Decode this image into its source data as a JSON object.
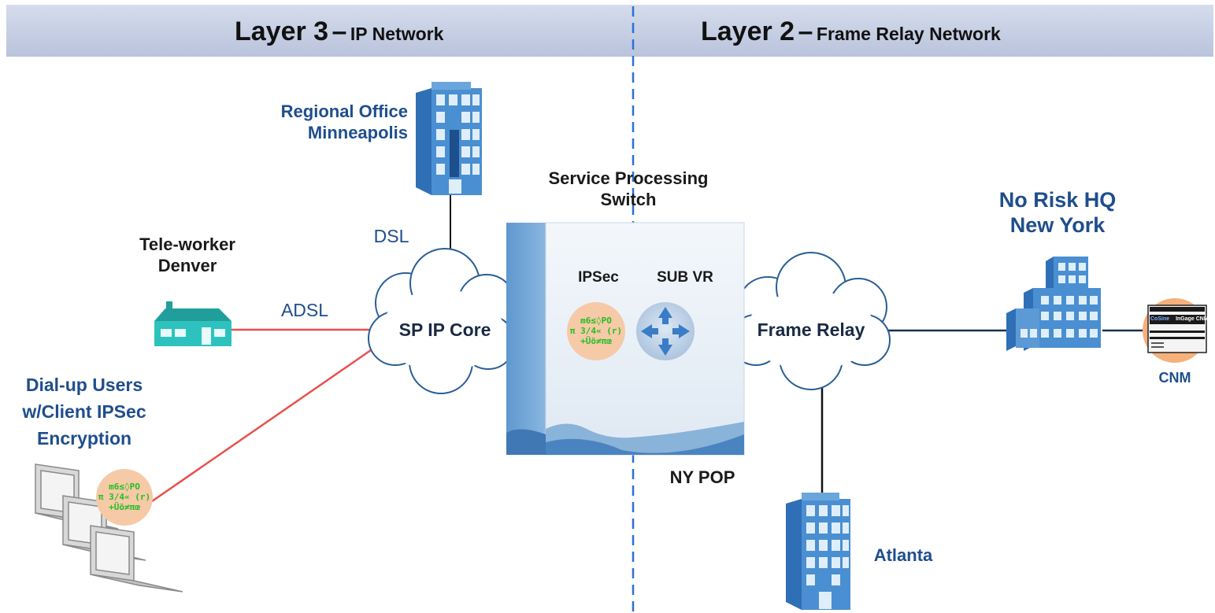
{
  "header": {
    "layer3_title": "Layer 3",
    "layer3_dash": "–",
    "layer3_subtitle": "IP Network",
    "layer2_title": "Layer 2",
    "layer2_dash": "–",
    "layer2_subtitle": "Frame Relay Network"
  },
  "nodes": {
    "regional_office": [
      "Regional Office",
      "Minneapolis"
    ],
    "service_switch": [
      "Service Processing",
      "Switch"
    ],
    "hq": [
      "No Risk HQ",
      "New York"
    ],
    "teleworker": [
      "Tele-worker",
      "Denver"
    ],
    "dialup": [
      "Dial-up Users",
      "w/Client IPSec",
      "Encryption"
    ],
    "atlanta": "Atlanta",
    "cnm": "CNM",
    "ny_pop": "NY POP",
    "ipsec": "IPSec",
    "sub_vr": "SUB VR"
  },
  "clouds": {
    "sp_ip_core": "SP IP Core",
    "frame_relay": "Frame Relay"
  },
  "links": {
    "dsl": "DSL",
    "adsl": "ADSL"
  },
  "encryption_badge": [
    "m6≤◊PO",
    "π 3/4« (r)",
    "+Üö≠πœ"
  ],
  "cnm_screen": {
    "brand": "CoSine",
    "product": "InGage CNM"
  },
  "colors": {
    "banner": "#c7cfe5",
    "divider": "#2f6fd6",
    "red_link": "#e8504e",
    "dark_link": "#18324f",
    "label_blue": "#1f4e8c",
    "building_blue": "#4a8fd1",
    "badge_bg": "#f6c9a7",
    "badge_text": "#2fd12f"
  }
}
